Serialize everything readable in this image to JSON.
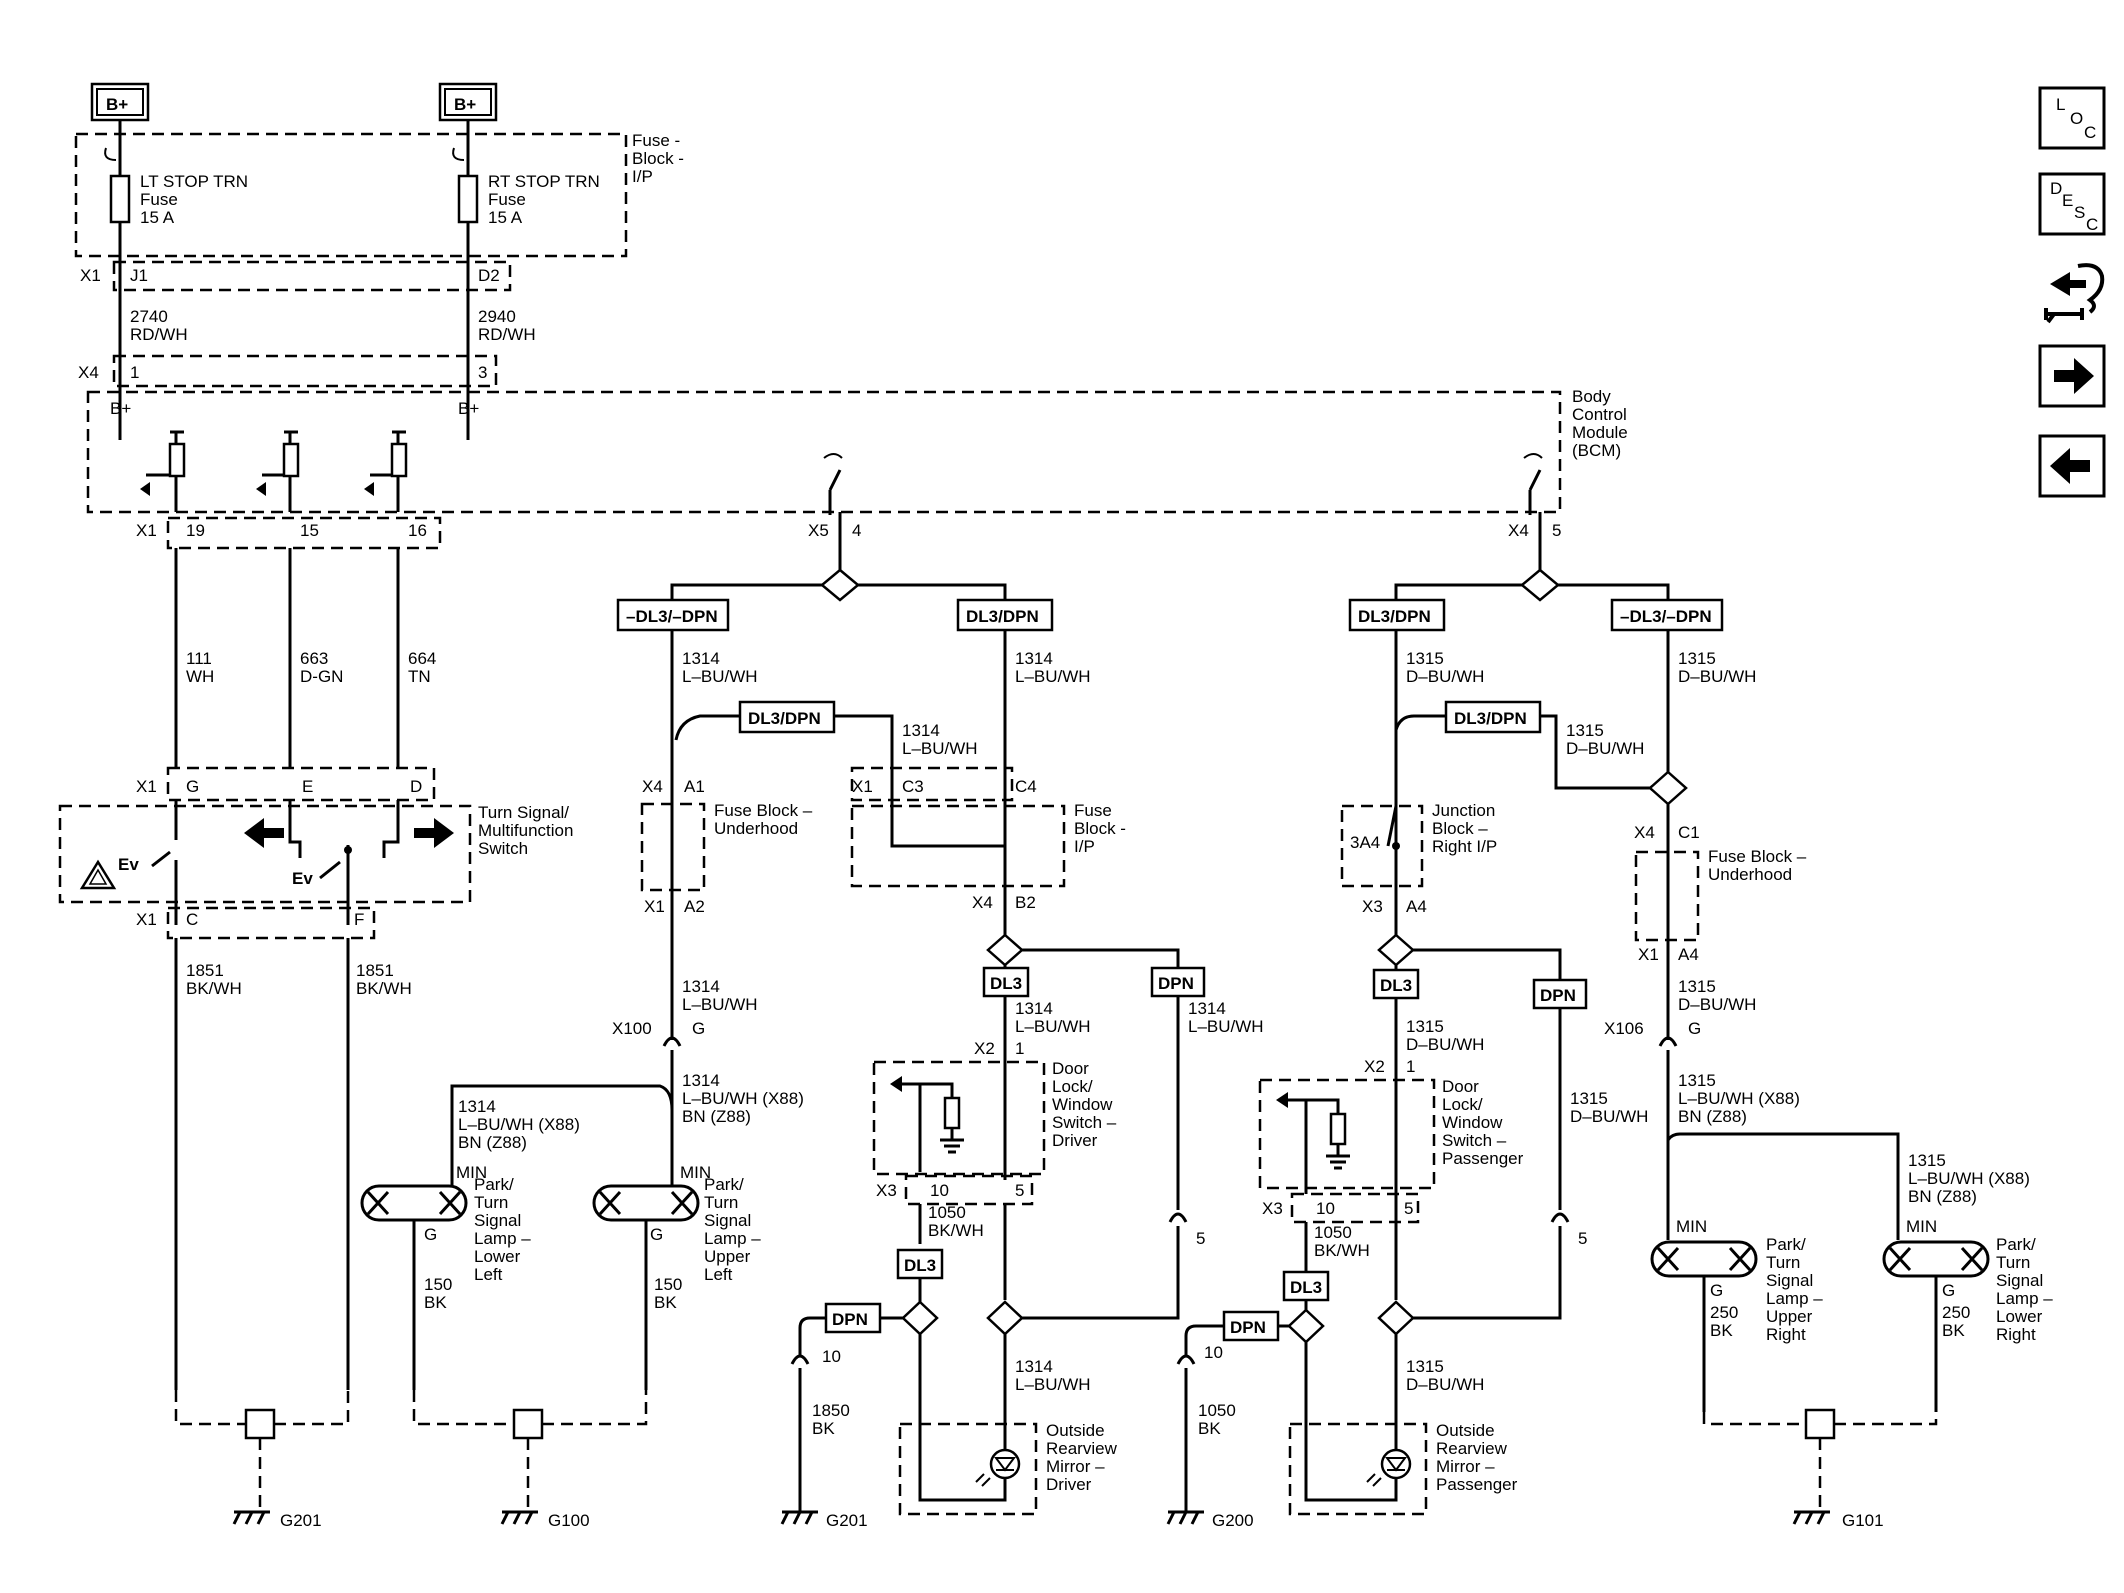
{
  "power": {
    "bplus": "B+"
  },
  "fuse_block_ip": {
    "name": [
      "Fuse -",
      "Block -",
      "I/P"
    ],
    "lt_fuse": [
      "LT STOP TRN",
      "Fuse",
      "15 A"
    ],
    "rt_fuse": [
      "RT STOP TRN",
      "Fuse",
      "15 A"
    ],
    "x1": "X1",
    "j1": "J1",
    "d2": "D2"
  },
  "wires_top": {
    "w2740": [
      "2740",
      "RD/WH"
    ],
    "w2940": [
      "2940",
      "RD/WH"
    ]
  },
  "bcm": {
    "name": [
      "Body",
      "Control",
      "Module",
      "(BCM)"
    ],
    "x4": "X4",
    "pin1": "1",
    "pin3": "3",
    "bplus": "B+",
    "x1": "X1",
    "p19": "19",
    "p15": "15",
    "p16": "16",
    "x5": "X5",
    "x5pin": "4",
    "x4b": "X4",
    "x4pin": "5"
  },
  "switch_wires": {
    "w111": [
      "111",
      "WH"
    ],
    "w663": [
      "663",
      "D-GN"
    ],
    "w664": [
      "664",
      "TN"
    ]
  },
  "turn_switch": {
    "name": [
      "Turn Signal/",
      "Multifunction",
      "Switch"
    ],
    "x1a": "X1",
    "g": "G",
    "e": "E",
    "d": "D",
    "x1b": "X1",
    "c": "C",
    "f": "F",
    "ev": "Ev"
  },
  "bk_wires": {
    "left": [
      "1851",
      "BK/WH"
    ],
    "right": [
      "1851",
      "BK/WH"
    ]
  },
  "options": {
    "neg": "–DL3/–DPN",
    "pos": "DL3/DPN",
    "dl3": "DL3",
    "dpn": "DPN"
  },
  "left_side": {
    "w1314a": [
      "1314",
      "L–BU/WH"
    ],
    "w1314b": [
      "1314",
      "L–BU/WH"
    ],
    "w1314c": [
      "1314",
      "L–BU/WH"
    ],
    "fb_under": [
      "Fuse Block –",
      "Underhood"
    ],
    "x4": "X4",
    "a1": "A1",
    "x1": "X1",
    "a2": "A2",
    "fb_ip": [
      "Fuse",
      "Block -",
      "I/P"
    ],
    "x1c": "X1",
    "c3": "C3",
    "c4": "C4",
    "x4b": "X4",
    "b2": "B2",
    "w1314d": [
      "1314",
      "L–BU/WH"
    ],
    "x100": "X100",
    "x100g": "G",
    "w1314e": [
      "1314",
      "L–BU/WH (X88)",
      "BN (Z88)"
    ],
    "w1314f": [
      "1314",
      "L–BU/WH (X88)",
      "BN (Z88)"
    ],
    "min": "MIN",
    "lamp_lower": [
      "Park/",
      "Turn",
      "Signal",
      "Lamp –",
      "Lower",
      "Left"
    ],
    "lamp_upper": [
      "Park/",
      "Turn",
      "Signal",
      "Lamp –",
      "Upper",
      "Left"
    ],
    "g": "G",
    "w150a": [
      "150",
      "BK"
    ],
    "w150b": [
      "150",
      "BK"
    ],
    "w1314g": [
      "1314",
      "L–BU/WH"
    ],
    "w1314h": [
      "1314",
      "L–BU/WH"
    ],
    "x2": "X2",
    "x2pin": "1",
    "door_switch": [
      "Door",
      "Lock/",
      "Window",
      "Switch –",
      "Driver"
    ],
    "x3": "X3",
    "p10": "10",
    "p5": "5",
    "w1050": [
      "1050",
      "BK/WH"
    ],
    "pin5": "5",
    "w1314i": [
      "1314",
      "L–BU/WH"
    ],
    "p10b": "10",
    "w1850": [
      "1850",
      "BK"
    ],
    "mirror": [
      "Outside",
      "Rearview",
      "Mirror –",
      "Driver"
    ]
  },
  "right_side": {
    "w1315a": [
      "1315",
      "D–BU/WH"
    ],
    "w1315b": [
      "1315",
      "D–BU/WH"
    ],
    "w1315c": [
      "1315",
      "D–BU/WH"
    ],
    "jb": [
      "Junction",
      "Block –",
      "Right I/P"
    ],
    "p3a4": "3A4",
    "x3": "X3",
    "a4": "A4",
    "fb_under": [
      "Fuse Block –",
      "Underhood"
    ],
    "x4": "X4",
    "c1": "C1",
    "x1": "X1",
    "a4b": "A4",
    "w1315d": [
      "1315",
      "D–BU/WH"
    ],
    "x106": "X106",
    "x106g": "G",
    "w1315e": [
      "1315",
      "L–BU/WH (X88)",
      "BN (Z88)"
    ],
    "w1315f": [
      "1315",
      "L–BU/WH (X88)",
      "BN (Z88)"
    ],
    "w1315g": [
      "1315",
      "D–BU/WH"
    ],
    "w1315h": [
      "1315",
      "D–BU/WH"
    ],
    "x2": "X2",
    "x2pin": "1",
    "door_switch": [
      "Door",
      "Lock/",
      "Window",
      "Switch –",
      "Passenger"
    ],
    "x3b": "X3",
    "p10": "10",
    "p5": "5",
    "w1050": [
      "1050",
      "BK/WH"
    ],
    "pin5": "5",
    "w1315i": [
      "1315",
      "D–BU/WH"
    ],
    "p10b": "10",
    "w1050b": [
      "1050",
      "BK"
    ],
    "mirror": [
      "Outside",
      "Rearview",
      "Mirror –",
      "Passenger"
    ],
    "min": "MIN",
    "g": "G",
    "lamp_upper": [
      "Park/",
      "Turn",
      "Signal",
      "Lamp –",
      "Upper",
      "Right"
    ],
    "lamp_lower": [
      "Park/",
      "Turn",
      "Signal",
      "Lamp –",
      "Lower",
      "Right"
    ],
    "w250a": [
      "250",
      "BK"
    ],
    "w250b": [
      "250",
      "BK"
    ]
  },
  "grounds": {
    "g201a": "G201",
    "g100": "G100",
    "g201b": "G201",
    "g200": "G200",
    "g101": "G101"
  },
  "nav": {
    "loc": [
      "L",
      "O",
      "C"
    ],
    "desc": [
      "D",
      "E",
      "S",
      "C"
    ]
  }
}
